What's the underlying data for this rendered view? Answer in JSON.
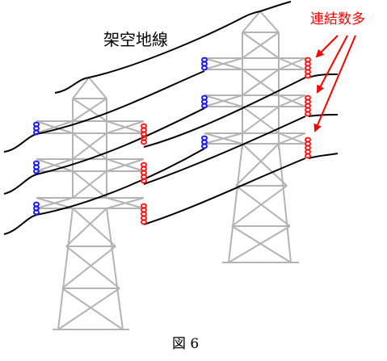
{
  "labels": {
    "ground_wire": "架空地線",
    "annotation": "連結数多",
    "caption": "図 6"
  },
  "colors": {
    "tower": "#b3b3b3",
    "wire": "#000000",
    "insulator_few": "#1a1aff",
    "insulator_many": "#ff1a1a",
    "annotation": "#ff0000"
  },
  "insulators": {
    "few_links": 3,
    "many_links": 5
  }
}
